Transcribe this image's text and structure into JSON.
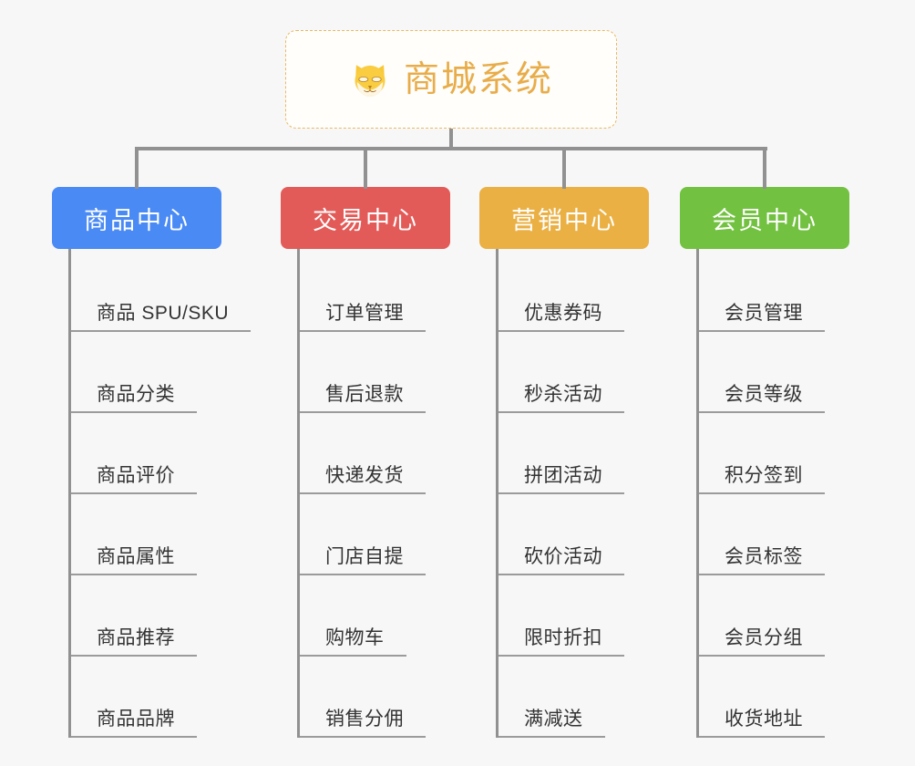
{
  "palette": {
    "background": "#f7f7f7",
    "connector": "#919191",
    "root_border": "#e9b863",
    "root_text": "#e8ad4a",
    "leaf_text": "#333333",
    "leaf_rule": "#9b9b9b"
  },
  "root": {
    "title": "商城系统",
    "logo_icon": "shiba-inu-dog-face-icon"
  },
  "branches": [
    {
      "id": "product-center",
      "label": "商品中心",
      "color": "#4a8af4",
      "items": [
        "商品 SPU/SKU",
        "商品分类",
        "商品评价",
        "商品属性",
        "商品推荐",
        "商品品牌"
      ]
    },
    {
      "id": "trade-center",
      "label": "交易中心",
      "color": "#e35b58",
      "items": [
        "订单管理",
        "售后退款",
        "快递发货",
        "门店自提",
        "购物车",
        "销售分佣"
      ]
    },
    {
      "id": "marketing-center",
      "label": "营销中心",
      "color": "#eab044",
      "items": [
        "优惠券码",
        "秒杀活动",
        "拼团活动",
        "砍价活动",
        "限时折扣",
        "满减送"
      ]
    },
    {
      "id": "member-center",
      "label": "会员中心",
      "color": "#73c141",
      "items": [
        "会员管理",
        "会员等级",
        "积分签到",
        "会员标签",
        "会员分组",
        "收货地址"
      ]
    }
  ]
}
